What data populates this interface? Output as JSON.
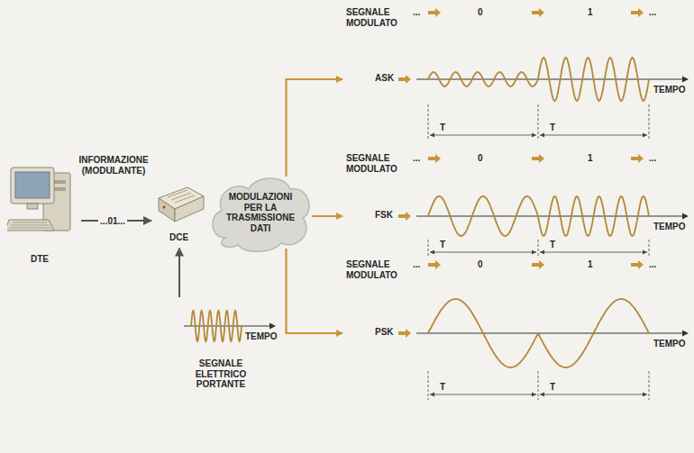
{
  "diagram": {
    "nodes": [
      {
        "text": [
          "DTE"
        ]
      },
      {
        "text": [
          "DCE"
        ]
      },
      {
        "text": [
          "MODULAZIONI PER LA TRASMISSIONE DATI"
        ]
      },
      {
        "text": [
          "TEMPO",
          "SEGNALE ELETTRICO PORTANTE"
        ]
      },
      {
        "text": [
          "SEGNALE MODULATO",
          "...",
          "0",
          "1",
          "...",
          "ASK",
          "TEMPO",
          "T",
          "T"
        ]
      },
      {
        "text": [
          "SEGNALE MODULATO",
          "...",
          "0",
          "1",
          "...",
          "FSK",
          "TEMPO",
          "T",
          "T"
        ]
      },
      {
        "text": [
          "SEGNALE MODULATO",
          "...",
          "0",
          "1",
          "...",
          "PSK",
          "TEMPO",
          "T",
          "T"
        ]
      }
    ],
    "edges": [
      {
        "from": 0,
        "to": 1,
        "label": "...01...",
        "arrow": "to"
      },
      {
        "from": 3,
        "to": 1,
        "arrow": "to"
      },
      {
        "from": 2,
        "to": 4,
        "arrow": "to"
      },
      {
        "from": 2,
        "to": 5,
        "arrow": "to"
      },
      {
        "from": 2,
        "to": 6,
        "arrow": "to"
      }
    ],
    "labels": [
      "INFORMAZIONE (MODULANTE)"
    ]
  }
}
